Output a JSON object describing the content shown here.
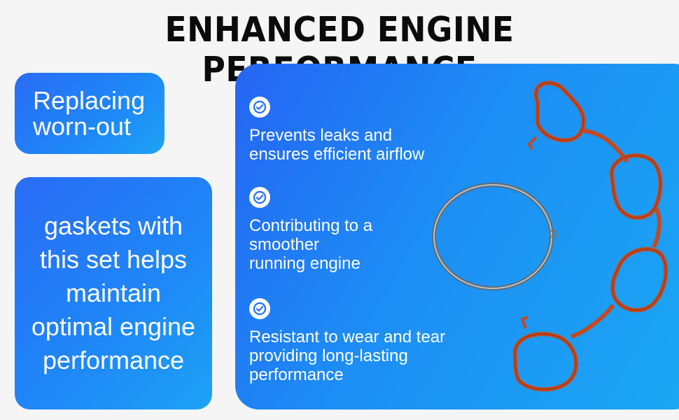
{
  "title": "ENHANCED ENGINE PERFORMANCE",
  "left_cards": {
    "top": "Replacing\nworn-out",
    "bottom": "gaskets with\nthis set helps\nmaintain\noptimal engine\nperformance"
  },
  "features": [
    {
      "icon": "check-circle-icon",
      "text": "Prevents leaks and\nensures efficient airflow"
    },
    {
      "icon": "check-circle-icon",
      "text": "Contributing to a\nsmoother\nrunning engine"
    },
    {
      "icon": "check-circle-icon",
      "text": "Resistant to wear and tear\nproviding long-lasting\nperformance"
    }
  ],
  "images": {
    "ring": "throttle-body-ring-gasket-image",
    "manifold": "intake-manifold-gasket-image"
  },
  "colors": {
    "accent": "#1f86f7",
    "gasket": "#c24a22",
    "ring": "#7d8a93"
  }
}
